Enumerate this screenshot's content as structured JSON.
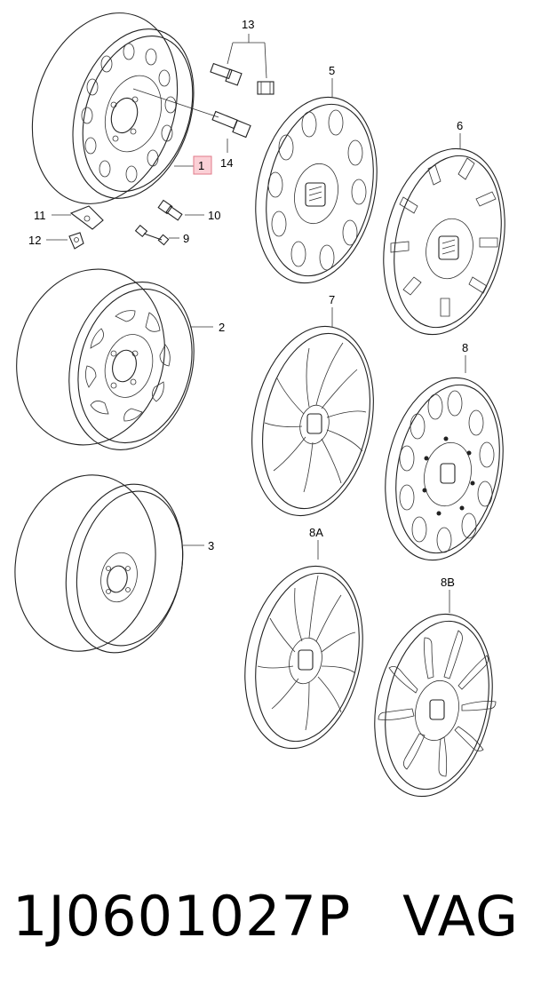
{
  "diagram": {
    "callouts": {
      "c1": "1",
      "c2": "2",
      "c3": "3",
      "c5": "5",
      "c6": "6",
      "c7": "7",
      "c8": "8",
      "c8a": "8A",
      "c8b": "8B",
      "c9": "9",
      "c10": "10",
      "c11": "11",
      "c12": "12",
      "c13": "13",
      "c14": "14"
    },
    "highlighted_callout": "1",
    "highlight_color": "#fbd0d6"
  },
  "footer": {
    "part_number": "1J0601027P",
    "brand": "VAG"
  }
}
